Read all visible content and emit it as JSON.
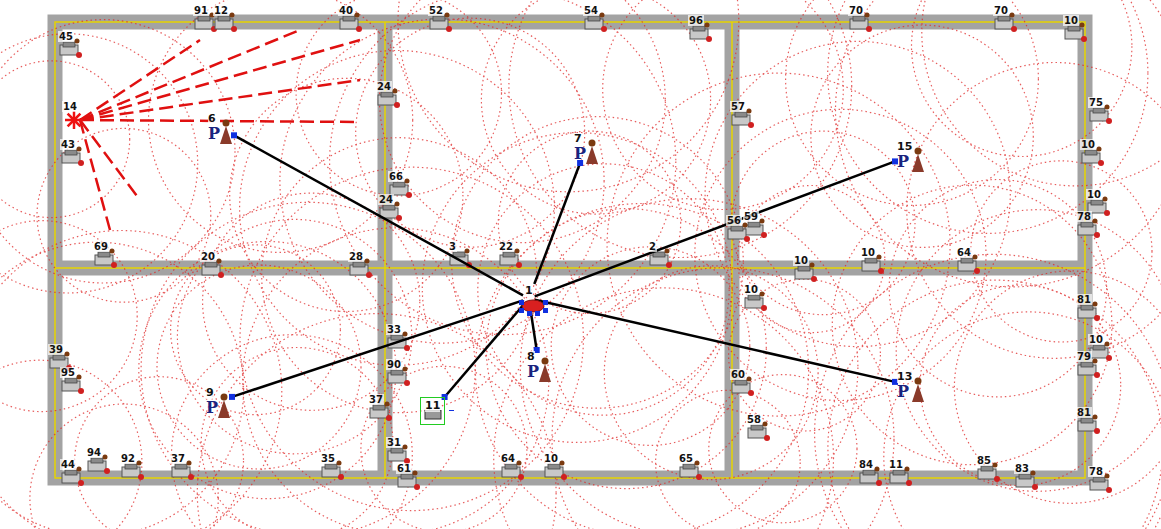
{
  "diagram": {
    "nodes": [
      {
        "text": [
          "1"
        ]
      },
      {
        "text": [
          "6",
          "P"
        ]
      },
      {
        "text": [
          "7",
          "P"
        ]
      },
      {
        "text": [
          "15",
          "P"
        ]
      },
      {
        "text": [
          "8",
          "P"
        ]
      },
      {
        "text": [
          "13",
          "P"
        ]
      },
      {
        "text": [
          "9",
          "P"
        ]
      },
      {
        "text": [
          "11"
        ]
      }
    ],
    "edges": [
      {
        "from": 0,
        "to": 1,
        "arrow": "none"
      },
      {
        "from": 0,
        "to": 2,
        "arrow": "none"
      },
      {
        "from": 0,
        "to": 3,
        "arrow": "none"
      },
      {
        "from": 0,
        "to": 4,
        "arrow": "none"
      },
      {
        "from": 0,
        "to": 5,
        "arrow": "none"
      },
      {
        "from": 0,
        "to": 6,
        "arrow": "none"
      },
      {
        "from": 0,
        "to": 7,
        "arrow": "none"
      }
    ],
    "labels": [
      "45",
      "91",
      "12",
      "40",
      "52",
      "54",
      "96",
      "70",
      "70",
      "10",
      "14",
      "43",
      "39",
      "95",
      "44",
      "24",
      "66",
      "24",
      "28",
      "33",
      "90",
      "37",
      "31",
      "69",
      "20",
      "3",
      "22",
      "2",
      "59",
      "10",
      "10",
      "64",
      "57",
      "56",
      "10",
      "60",
      "58",
      "75",
      "10",
      "10",
      "78",
      "81",
      "10",
      "79",
      "81",
      "78",
      "94",
      "92",
      "37",
      "35",
      "61",
      "64",
      "10",
      "65",
      "84",
      "11",
      "85",
      "83"
    ]
  }
}
